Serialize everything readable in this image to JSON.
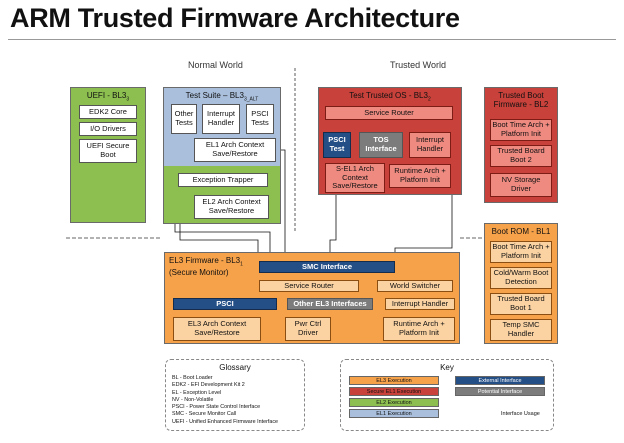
{
  "title": "ARM Trusted Firmware Architecture",
  "worlds": {
    "normal": "Normal World",
    "trusted": "Trusted World"
  },
  "uefi": {
    "title": "UEFI - BL3",
    "title_sub": "3",
    "boxes": [
      "EDK2 Core",
      "I/O Drivers",
      "UEFI Secure Boot"
    ]
  },
  "test_suite": {
    "title": "Test Suite – BL3",
    "title_sub": "3_ALT",
    "other_tests": "Other Tests",
    "interrupt_handler": "Interrupt Handler",
    "psci_tests": "PSCI Tests",
    "el1_ctx": "EL1 Arch Context Save/Restore",
    "exception_trapper": "Exception Trapper",
    "el2_ctx": "EL2 Arch Context Save/Restore"
  },
  "tos": {
    "title": "Test Trusted OS - BL3",
    "title_sub": "2",
    "service_router": "Service Router",
    "psci_test": "PSCI Test",
    "tos_interface": "TOS Interface",
    "interrupt_handler": "Interrupt Handler",
    "sel1_ctx": "S-EL1 Arch Context Save/Restore",
    "runtime": "Runtime Arch + Platform Init"
  },
  "tbf": {
    "title": "Trusted Boot Firmware - BL2",
    "boxes": [
      "Boot Time Arch + Platform Init",
      "Trusted Board Boot 2",
      "NV Storage Driver"
    ]
  },
  "el3": {
    "title": "EL3 Firmware - BL3",
    "title_sub": "1",
    "subtitle": "(Secure Monitor)",
    "smc_interface": "SMC Interface",
    "service_router": "Service Router",
    "world_switcher": "World Switcher",
    "psci": "PSCI",
    "other_el3": "Other EL3 Interfaces",
    "interrupt_handler": "Interrupt Handler",
    "el3_ctx": "EL3 Arch Context Save/Restore",
    "pwr_ctrl": "Pwr Ctrl Driver",
    "runtime": "Runtime Arch + Platform Init"
  },
  "bootrom": {
    "title": "Boot ROM - BL1",
    "boxes": [
      "Boot Time Arch + Platform Init",
      "Cold/Warm Boot Detection",
      "Trusted Board Boot 1",
      "Temp SMC Handler"
    ]
  },
  "glossary": {
    "title": "Glossary",
    "lines": [
      "BL - Boot Loader",
      "EDK2 - EFI Development Kit 2",
      "EL - Exception Level",
      "NV - Non-Volatile",
      "PSCI - Power State Control Interface",
      "SMC - Secure Monitor Call",
      "UEFI - Unified Enhanced Firmware Interface"
    ]
  },
  "key": {
    "title": "Key",
    "el3_exec": "EL3 Execution",
    "secure_el1": "Secure EL1 Execution",
    "el2_exec": "EL2 Execution",
    "el1_exec": "EL1 Execution",
    "external_if": "External Interface",
    "potential_if": "Potential Interface",
    "usage": "Interface Usage"
  },
  "colors": {
    "el3": "#f6a24a",
    "secure_el1": "#c8413a",
    "el2": "#8cbf4f",
    "el1": "#a9bfdc",
    "external": "#234e86",
    "potential": "#7c7c7c"
  }
}
